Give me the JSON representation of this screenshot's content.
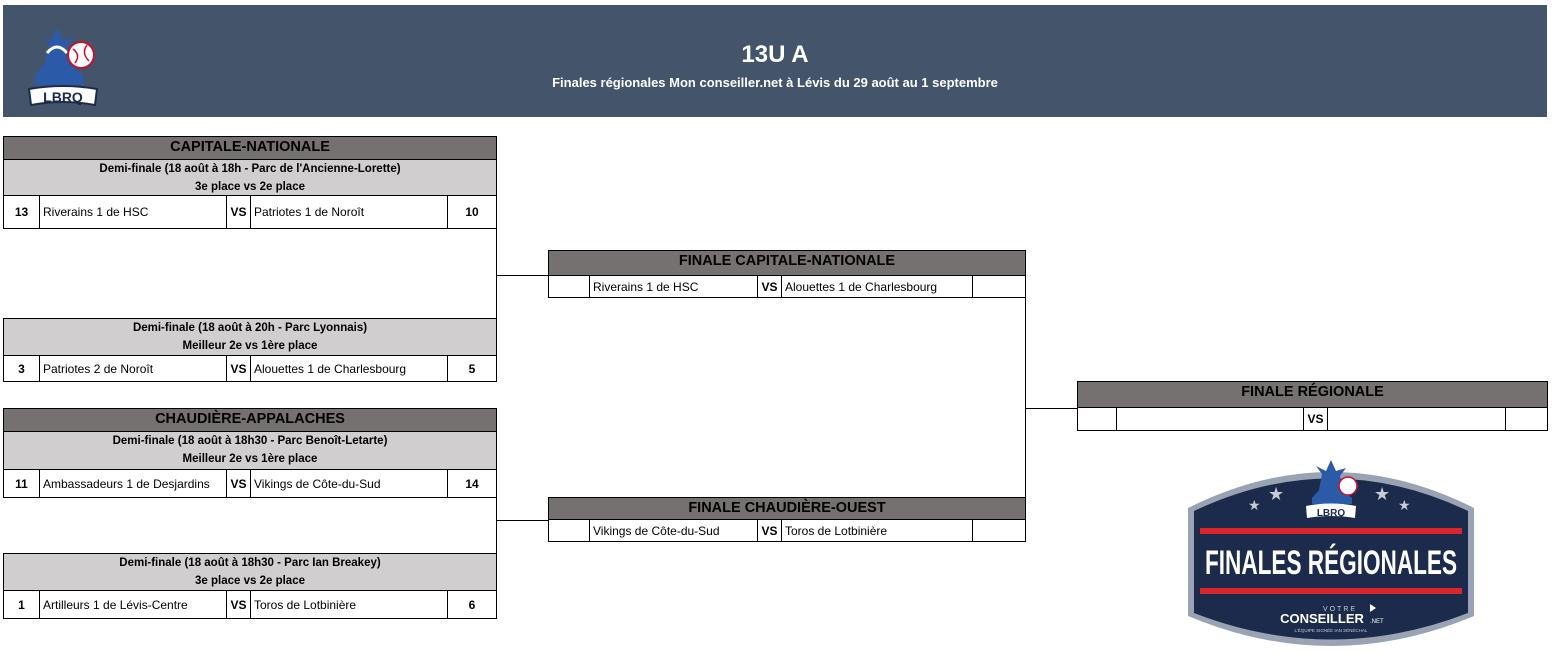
{
  "header": {
    "title": "13U A",
    "subtitle": "Finales régionales Mon conseiller.net à Lévis du 29 août au 1 septembre",
    "logo_text": "LBRQ"
  },
  "vs_label": "VS",
  "capitale": {
    "title": "CAPITALE-NATIONALE",
    "semi1": {
      "line1": "Demi-finale (18 août à 18h - Parc de l'Ancienne-Lorette)",
      "line2": "3e place vs 2e place",
      "score1": "13",
      "team1": "Riverains 1 de HSC",
      "team2": "Patriotes 1 de Noroît",
      "score2": "10"
    },
    "semi2": {
      "line1": "Demi-finale (18 août à 20h - Parc Lyonnais)",
      "line2": "Meilleur 2e vs 1ère place",
      "score1": "3",
      "team1": "Patriotes 2 de Noroît",
      "team2": "Alouettes 1 de Charlesbourg",
      "score2": "5"
    }
  },
  "chaudiere": {
    "title": "CHAUDIÈRE-APPALACHES",
    "semi1": {
      "line1": "Demi-finale (18 août à 18h30 - Parc Benoît-Letarte)",
      "line2": "Meilleur 2e vs 1ère place",
      "score1": "11",
      "team1": "Ambassadeurs 1 de Desjardins",
      "team2": "Vikings de Côte-du-Sud",
      "score2": "14"
    },
    "semi2": {
      "line1": "Demi-finale (18 août à 18h30 - Parc Ian Breakey)",
      "line2": "3e place vs 2e place",
      "score1": "1",
      "team1": "Artilleurs 1 de Lévis-Centre",
      "team2": "Toros de Lotbinière",
      "score2": "6"
    }
  },
  "final_capitale": {
    "title": "FINALE CAPITALE-NATIONALE",
    "score1": "",
    "team1": "Riverains 1 de HSC",
    "team2": "Alouettes 1 de Charlesbourg",
    "score2": ""
  },
  "final_chaudiere": {
    "title": "FINALE CHAUDIÈRE-OUEST",
    "score1": "",
    "team1": "Vikings de Côte-du-Sud",
    "team2": "Toros de Lotbinière",
    "score2": ""
  },
  "final_regionale": {
    "title": "FINALE RÉGIONALE",
    "score1": "",
    "team1": "",
    "team2": "",
    "score2": ""
  },
  "badge": {
    "logo_text": "LBRQ",
    "title": "FINALES RÉGIONALES",
    "sponsor_small": "VOTRE",
    "sponsor": "CONSEILLER",
    "sponsor_suffix": ".NET",
    "tagline": "L'ÉQUIPE SIGNÉE IAN SÉNÉCHAL"
  },
  "colors": {
    "header_bg": "#44546a",
    "section_header": "#767171",
    "sub_header": "#d0cece",
    "badge_navy": "#1c2b4b",
    "badge_red": "#d9252d"
  }
}
